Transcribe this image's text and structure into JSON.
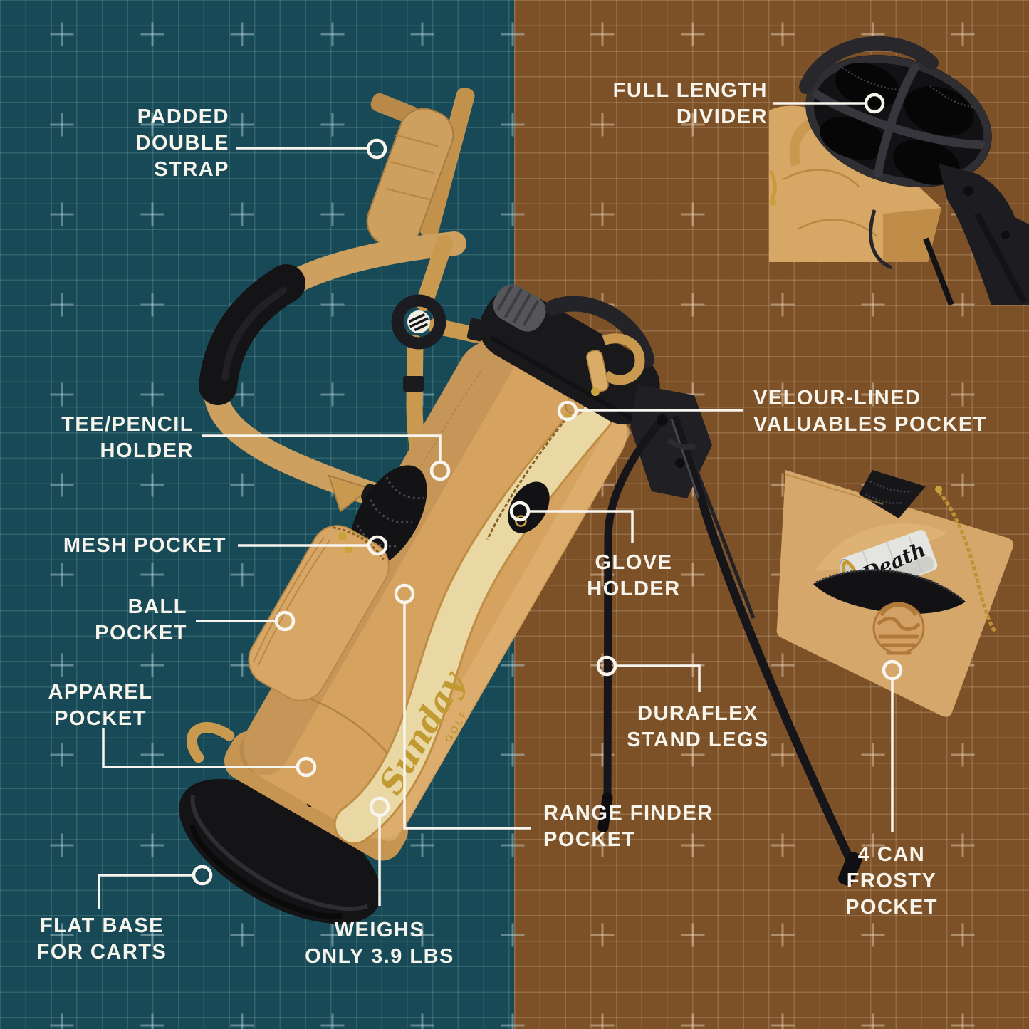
{
  "figure": {
    "type": "product-feature-diagram",
    "background": {
      "left_color": "#174a56",
      "right_color": "#7d5128",
      "grid": "blueprint"
    },
    "accent_colors": {
      "callout": "#f7f4ec",
      "bag_tan": "#d5a260",
      "bag_cream": "#e9d8a4",
      "logo_gold": "#c19a33"
    },
    "brand_logo_text": "Sunday",
    "brand_logo_sub": "GOLF",
    "frosty_can_text": "Death",
    "labels": [
      {
        "id": "padded-double-strap",
        "text": "PADDED\nDOUBLE\nSTRAP"
      },
      {
        "id": "full-length-divider",
        "text": "FULL LENGTH\nDIVIDER"
      },
      {
        "id": "tee-pencil-holder",
        "text": "TEE/PENCIL\nHOLDER"
      },
      {
        "id": "mesh-pocket",
        "text": "MESH POCKET"
      },
      {
        "id": "ball-pocket",
        "text": "BALL\nPOCKET"
      },
      {
        "id": "apparel-pocket",
        "text": "APPAREL\nPOCKET"
      },
      {
        "id": "velour-lined-valuables-pocket",
        "text": "VELOUR-LINED\nVALUABLES POCKET"
      },
      {
        "id": "glove-holder",
        "text": "GLOVE\nHOLDER"
      },
      {
        "id": "duraflex-stand-legs",
        "text": "DURAFLEX\nSTAND LEGS"
      },
      {
        "id": "range-finder-pocket",
        "text": "RANGE FINDER\nPOCKET"
      },
      {
        "id": "4-can-frosty-pocket",
        "text": "4 CAN\nFROSTY\nPOCKET"
      },
      {
        "id": "flat-base-for-carts",
        "text": "FLAT BASE\nFOR CARTS"
      },
      {
        "id": "weighs-only-3-9-lbs",
        "text": "WEIGHS\nONLY 3.9 LBS"
      }
    ]
  }
}
